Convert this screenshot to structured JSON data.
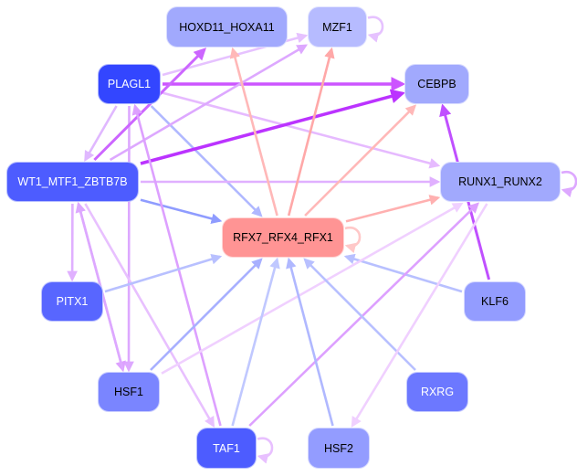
{
  "nodes": [
    {
      "id": "HOXD11_HOXA11",
      "label": "HOXD11_HOXA11",
      "color": "#a1a9fd",
      "text": "#000000"
    },
    {
      "id": "MZF1",
      "label": "MZF1",
      "color": "#b6bbff",
      "text": "#000000"
    },
    {
      "id": "PLAGL1",
      "label": "PLAGL1",
      "color": "#3346ff",
      "text": "#ffffff"
    },
    {
      "id": "CEBPB",
      "label": "CEBPB",
      "color": "#a1a9fd",
      "text": "#000000"
    },
    {
      "id": "WT1_MTF1_ZBTB7B",
      "label": "WT1_MTF1_ZBTB7B",
      "color": "#4d5cff",
      "text": "#ffffff"
    },
    {
      "id": "RUNX1_RUNX2",
      "label": "RUNX1_RUNX2",
      "color": "#a1a9fd",
      "text": "#000000"
    },
    {
      "id": "RFX7_RFX4_RFX1",
      "label": "RFX7_RFX4_RFX1",
      "color": "#ff9494",
      "text": "#000000"
    },
    {
      "id": "PITX1",
      "label": "PITX1",
      "color": "#5866ff",
      "text": "#ffffff"
    },
    {
      "id": "KLF6",
      "label": "KLF6",
      "color": "#939cff",
      "text": "#000000"
    },
    {
      "id": "HSF1",
      "label": "HSF1",
      "color": "#7a85ff",
      "text": "#000000"
    },
    {
      "id": "RXRG",
      "label": "RXRG",
      "color": "#6c78ff",
      "text": "#ffffff"
    },
    {
      "id": "TAF1",
      "label": "TAF1",
      "color": "#4d5cff",
      "text": "#ffffff"
    },
    {
      "id": "HSF2",
      "label": "HSF2",
      "color": "#939cff",
      "text": "#000000"
    }
  ],
  "edges": [
    {
      "from": "PLAGL1",
      "to": "MZF1",
      "color": "#e6c2ff"
    },
    {
      "from": "PLAGL1",
      "to": "CEBPB",
      "color": "#cc55ff"
    },
    {
      "from": "PLAGL1",
      "to": "RUNX1_RUNX2",
      "color": "#e6baff"
    },
    {
      "from": "PLAGL1",
      "to": "RFX7_RFX4_RFX1",
      "color": "#b0b8ff"
    },
    {
      "from": "PLAGL1",
      "to": "WT1_MTF1_ZBTB7B",
      "color": "#e0b8ff"
    },
    {
      "from": "PLAGL1",
      "to": "HSF1",
      "color": "#dda8ff"
    },
    {
      "from": "WT1_MTF1_ZBTB7B",
      "to": "HOXD11_HOXA11",
      "color": "#cc66ff"
    },
    {
      "from": "WT1_MTF1_ZBTB7B",
      "to": "MZF1",
      "color": "#dda8ff"
    },
    {
      "from": "WT1_MTF1_ZBTB7B",
      "to": "CEBPB",
      "color": "#bb33ff"
    },
    {
      "from": "WT1_MTF1_ZBTB7B",
      "to": "RUNX1_RUNX2",
      "color": "#e0b0ff"
    },
    {
      "from": "WT1_MTF1_ZBTB7B",
      "to": "RFX7_RFX4_RFX1",
      "color": "#8f9cff"
    },
    {
      "from": "WT1_MTF1_ZBTB7B",
      "to": "PITX1",
      "color": "#e0b0ff"
    },
    {
      "from": "WT1_MTF1_ZBTB7B",
      "to": "HSF1",
      "color": "#dda0ff"
    },
    {
      "from": "WT1_MTF1_ZBTB7B",
      "to": "TAF1",
      "color": "#e8c0ff"
    },
    {
      "from": "TAF1",
      "to": "PLAGL1",
      "color": "#dda0ff"
    },
    {
      "from": "HSF1",
      "to": "WT1_MTF1_ZBTB7B",
      "color": "#dda8ff"
    },
    {
      "from": "RFX7_RFX4_RFX1",
      "to": "HOXD11_HOXA11",
      "color": "#ffb8b8"
    },
    {
      "from": "RFX7_RFX4_RFX1",
      "to": "MZF1",
      "color": "#ffa8a8"
    },
    {
      "from": "RFX7_RFX4_RFX1",
      "to": "CEBPB",
      "color": "#ffb8b8"
    },
    {
      "from": "RFX7_RFX4_RFX1",
      "to": "RUNX1_RUNX2",
      "color": "#ffb0b0"
    },
    {
      "from": "RFX7_RFX4_RFX1",
      "to": "RFX7_RFX4_RFX1",
      "color": "#ffc8c8"
    },
    {
      "from": "MZF1",
      "to": "MZF1",
      "color": "#e6c2ff"
    },
    {
      "from": "RUNX1_RUNX2",
      "to": "RUNX1_RUNX2",
      "color": "#dda8ff"
    },
    {
      "from": "TAF1",
      "to": "TAF1",
      "color": "#e8c0ff"
    },
    {
      "from": "KLF6",
      "to": "CEBPB",
      "color": "#c050ff"
    },
    {
      "from": "KLF6",
      "to": "RFX7_RFX4_RFX1",
      "color": "#b8c0ff"
    },
    {
      "from": "PITX1",
      "to": "RFX7_RFX4_RFX1",
      "color": "#b8c0ff"
    },
    {
      "from": "HSF1",
      "to": "RFX7_RFX4_RFX1",
      "color": "#a8b0ff"
    },
    {
      "from": "HSF1",
      "to": "RUNX1_RUNX2",
      "color": "#f0d0ff"
    },
    {
      "from": "TAF1",
      "to": "RFX7_RFX4_RFX1",
      "color": "#c0c8ff"
    },
    {
      "from": "TAF1",
      "to": "RUNX1_RUNX2",
      "color": "#dda0ff"
    },
    {
      "from": "HSF2",
      "to": "RFX7_RFX4_RFX1",
      "color": "#b0b8ff"
    },
    {
      "from": "RXRG",
      "to": "RFX7_RFX4_RFX1",
      "color": "#b8c0ff"
    },
    {
      "from": "RUNX1_RUNX2",
      "to": "HSF2",
      "color": "#f0d0ff"
    }
  ]
}
